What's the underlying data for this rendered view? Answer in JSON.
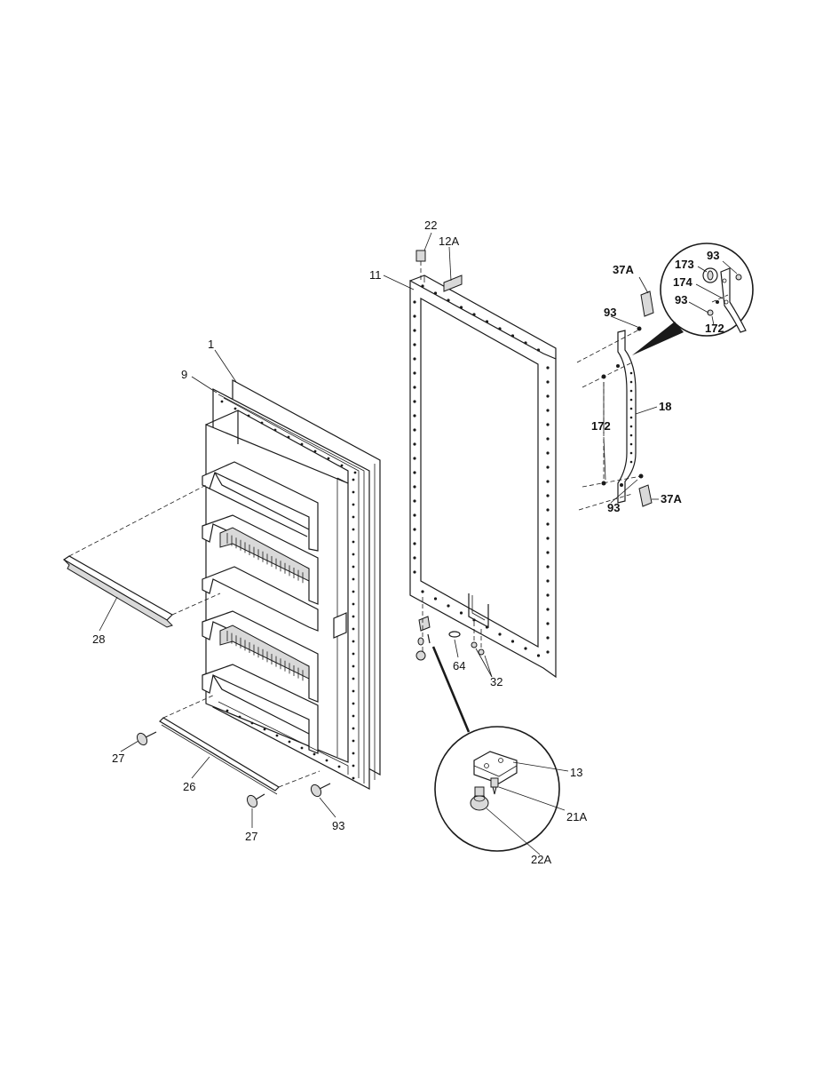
{
  "callouts": {
    "door_panel": "1",
    "door_gasket": "9",
    "shelf_rail_28": "28",
    "shelf_rail_26": "26",
    "screw_27_left": "27",
    "screw_27_bottom": "27",
    "screw_93_door": "93",
    "outer_door": "11",
    "hinge_cap": "22",
    "label_12a": "12A",
    "plug_64": "64",
    "screw_32": "32",
    "hinge_13": "13",
    "screw_21a": "21A",
    "bushing_22a": "22A",
    "handle_18": "18",
    "screw_93_top": "93",
    "screw_93_bottom": "93",
    "spacer_172_main": "172",
    "cap_37a_top": "37A",
    "cap_37a_bottom": "37A",
    "detail_93_top": "93",
    "detail_173": "173",
    "detail_174": "174",
    "detail_93_mid": "93",
    "detail_172": "172"
  }
}
